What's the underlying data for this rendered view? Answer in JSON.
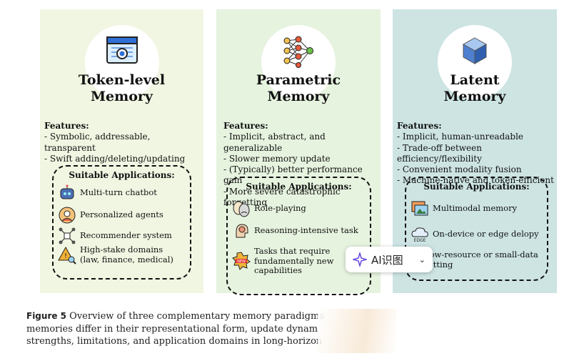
{
  "panels": [
    {
      "title": [
        "Token-level",
        "Memory"
      ],
      "features_heading": "Features:",
      "features": [
        "- Symbolic, addressable, transparent",
        "- Swift adding/deleting/updating"
      ],
      "apps_heading": "Suitable Applications:",
      "apps": [
        "Multi-turn chatbot",
        "Personalized agents",
        "Recommender system",
        "High-stake domains",
        "(law, finance, medical)"
      ],
      "icons": [
        "database-search-icon",
        "robot-icon",
        "person-gear-icon",
        "network-icon",
        "warning-search-icon"
      ]
    },
    {
      "title": [
        "Parametric",
        "Memory"
      ],
      "features_heading": "Features:",
      "features": [
        "- Implicit, abstract, and generalizable",
        "- Slower memory update",
        "- (Typically) better performance gain",
        "- More severe catastrophic forgetting"
      ],
      "apps_heading": "Suitable Applications:",
      "apps": [
        "Role-playing",
        "Reasoning-intensive task",
        "Tasks that require",
        "fundamentally new",
        "capabilities"
      ],
      "icons": [
        "neural-network-icon",
        "theater-masks-icon",
        "brain-gear-icon",
        "new-badge-icon"
      ]
    },
    {
      "title": [
        "Latent",
        "Memory"
      ],
      "features_heading": "Features:",
      "features": [
        "- Implicit, human-unreadable",
        "- Trade-off between efficiency/flexibility",
        "- Convenient modality fusion",
        "- Machine-native and token-efficient"
      ],
      "apps_heading": "Suitable Applications:",
      "apps": [
        "Multimodal memory",
        "On-device or edge delopy",
        "Low-resource or small-data",
        "setting"
      ],
      "icons": [
        "cube-icon",
        "images-icon",
        "edge-cloud-icon"
      ]
    }
  ],
  "caption": {
    "label": "Figure 5",
    "line1": "Overview of three complementary memory paradigms",
    "line2": "memories differ in their representational form, update dynam",
    "line3": "strengths, limitations, and application domains in long-horizon"
  },
  "ai_button": {
    "label": "AI识图",
    "icon": "sparkle-icon"
  }
}
